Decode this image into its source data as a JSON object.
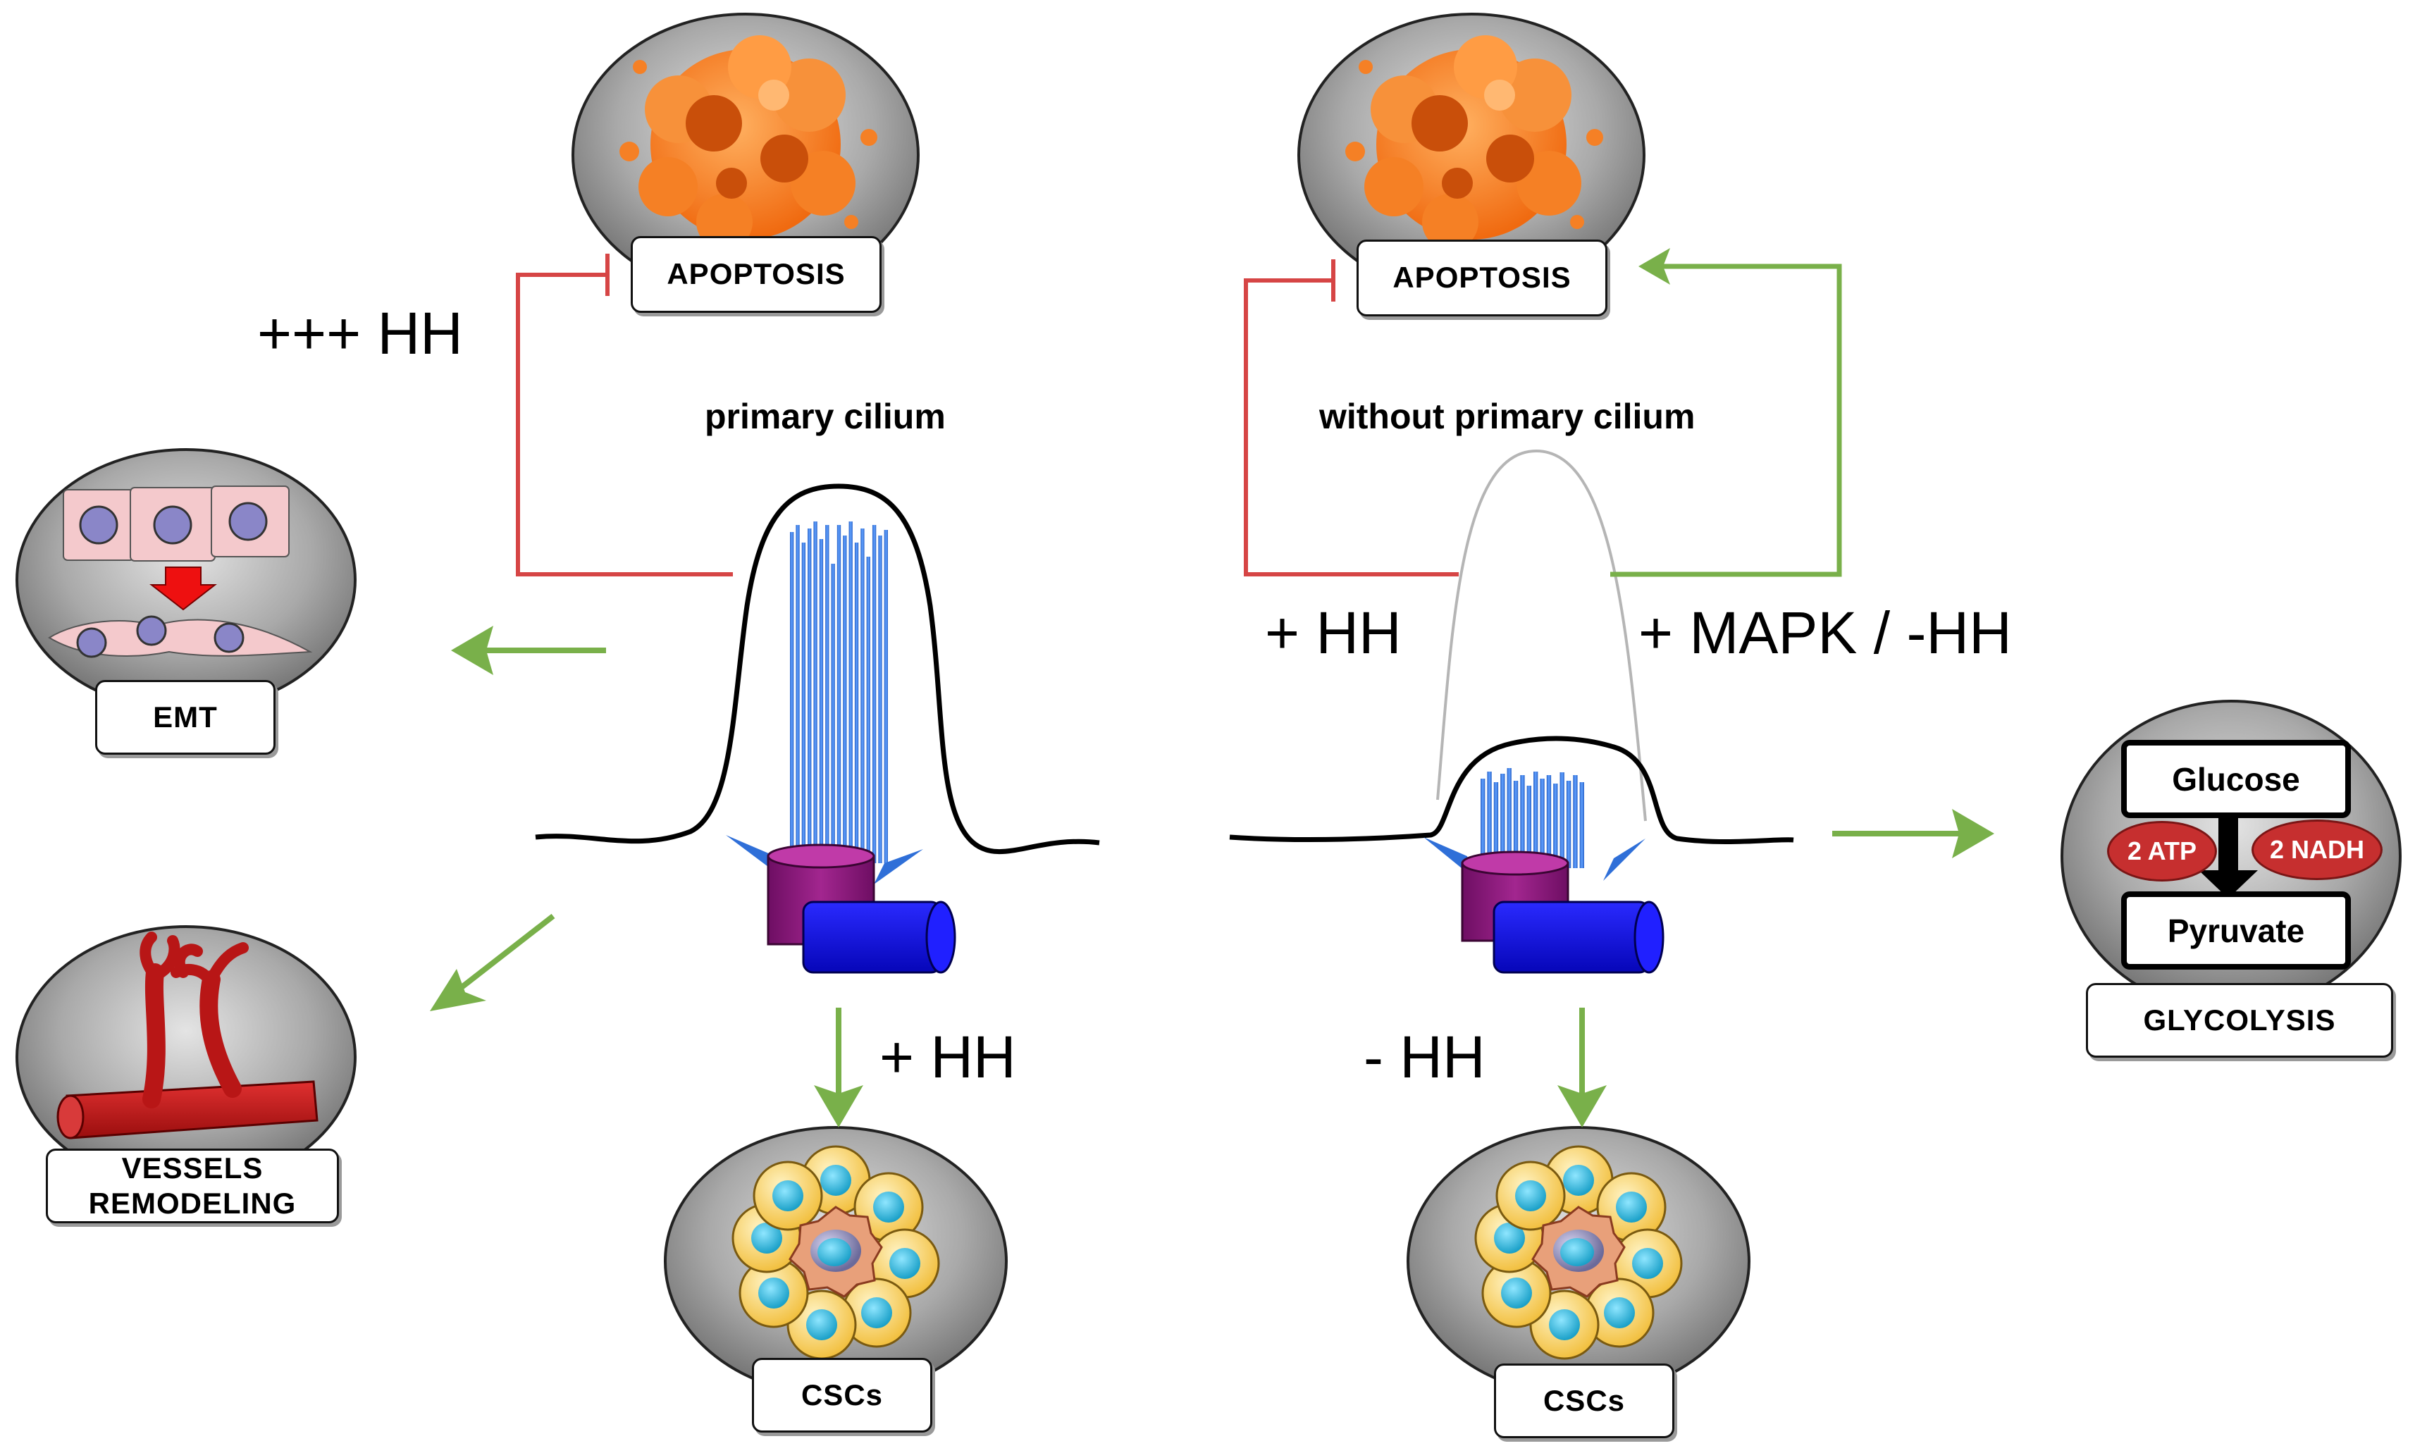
{
  "left_panel": {
    "title": "primary cilium",
    "hh_strong": "+++ HH",
    "hh_down": "+ HH"
  },
  "right_panel": {
    "title": "without primary cilium",
    "hh_left": "+ HH",
    "mapk": "+ MAPK / -HH",
    "hh_down": "- HH"
  },
  "boxes": {
    "apoptosis_left": "APOPTOSIS",
    "apoptosis_right": "APOPTOSIS",
    "emt": "EMT",
    "vessels_line1": "VESSELS",
    "vessels_line2": "REMODELING",
    "cscs_left": "CSCs",
    "cscs_right": "CSCs",
    "glycolysis": "GLYCOLYSIS"
  },
  "glycolysis_panel": {
    "glucose": "Glucose",
    "pyruvate": "Pyruvate",
    "atp": "2 ATP",
    "nadh": "2 NADH"
  },
  "colors": {
    "inhibit": "#d64545",
    "activate": "#79b04a",
    "microtubule": "#3b7fe6",
    "basal_body": "#8a1a7a",
    "centriole": "#1010e8"
  }
}
